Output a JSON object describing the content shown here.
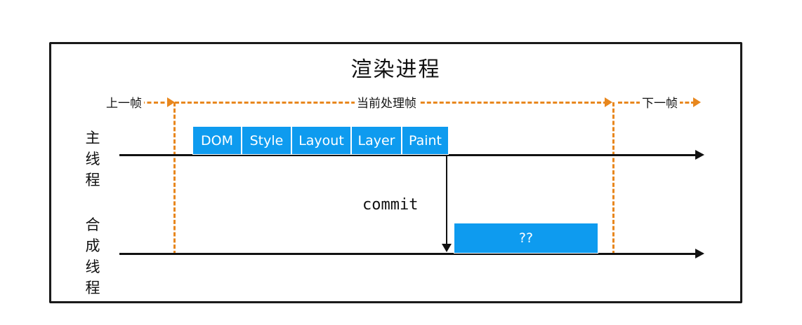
{
  "diagram": {
    "title": "渲染进程",
    "frame_markers": {
      "previous_frame": "上一帧",
      "current_frame": "当前处理帧",
      "next_frame": "下一帧"
    },
    "threads": [
      {
        "id": "main",
        "label_chars": [
          "主",
          "线",
          "程"
        ]
      },
      {
        "id": "compositor",
        "label_chars": [
          "合",
          "成",
          "线",
          "程"
        ]
      }
    ],
    "main_thread_tasks": [
      {
        "label": "DOM"
      },
      {
        "label": "Style"
      },
      {
        "label": "Layout"
      },
      {
        "label": "Layer"
      },
      {
        "label": "Paint"
      }
    ],
    "commit": {
      "label": "commit"
    },
    "compositor_tasks": [
      {
        "label": "??"
      }
    ],
    "colors": {
      "task_blue": "#0E9BEF",
      "marker_orange": "#E8871E",
      "ink_black": "#111111",
      "background": "#FFFFFF"
    }
  }
}
